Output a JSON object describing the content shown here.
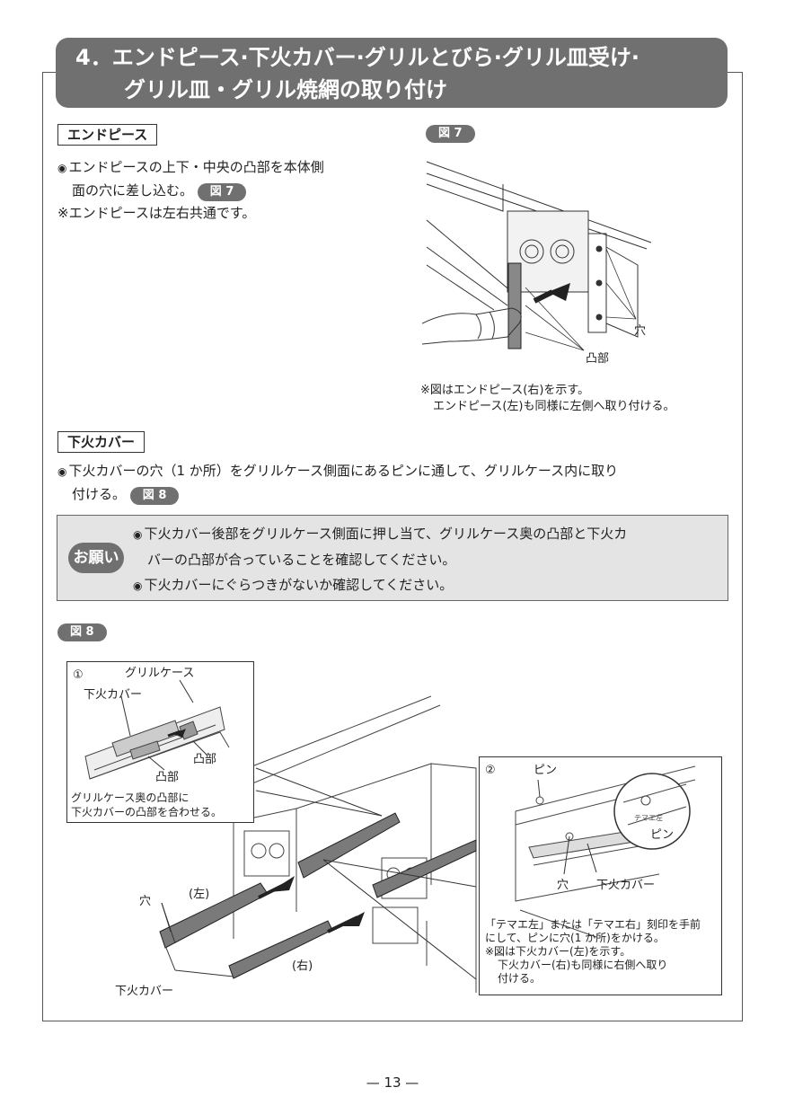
{
  "header": {
    "line1": "4．エンドピース·下火カバー·グリルとびら·グリル皿受け·",
    "line2": "グリル皿・グリル焼網の取り付け"
  },
  "endpiece": {
    "label": "エンドピース",
    "fig_pill": "図 7",
    "text1": "エンドピースの上下・中央の凸部を本体側",
    "text2": "面の穴に差し込む。",
    "text2_pill": "図 7",
    "note": "※エンドピースは左右共通です。"
  },
  "fig7": {
    "hole_label": "穴",
    "boss_label": "凸部",
    "caption1": "※図はエンドピース(右)を示す。",
    "caption2": "エンドピース(左)も同様に左側へ取り付ける。"
  },
  "cover": {
    "label": "下火カバー",
    "text1": "下火カバーの穴（1 か所）をグリルケース側面にあるピンに通して、グリルケース内に取り",
    "text2": "付ける。",
    "text2_pill": "図 8"
  },
  "request": {
    "badge": "お願い",
    "line1": "下火カバー後部をグリルケース側面に押し当て、グリルケース奥の凸部と下火カ",
    "line2": "バーの凸部が合っていることを確認してください。",
    "line3": "下火カバーにぐらつきがないか確認してください。"
  },
  "fig8": {
    "pill": "図 8",
    "inset1": {
      "num": "①",
      "grill_case": "グリルケース",
      "cover": "下火カバー",
      "boss1": "凸部",
      "boss2": "凸部",
      "cap1": "グリルケース奥の凸部に",
      "cap2": "下火カバーの凸部を合わせる。"
    },
    "inset2": {
      "num": "②",
      "pin": "ピン",
      "pin2": "ピン",
      "hole": "穴",
      "cover": "下火カバー",
      "engrave": "テマエ左",
      "cap1": "「テマエ左」または「テマエ右」刻印を手前",
      "cap2": "にして、ピンに穴(1 か所)をかける。",
      "cap3": "※図は下火カバー(左)を示す。",
      "cap4": "下火カバー(右)も同様に右側へ取り",
      "cap5": "付ける。"
    },
    "main": {
      "hole": "穴",
      "left": "(左)",
      "right": "(右)",
      "cover": "下火カバー"
    }
  },
  "page_number": "— 13 —"
}
